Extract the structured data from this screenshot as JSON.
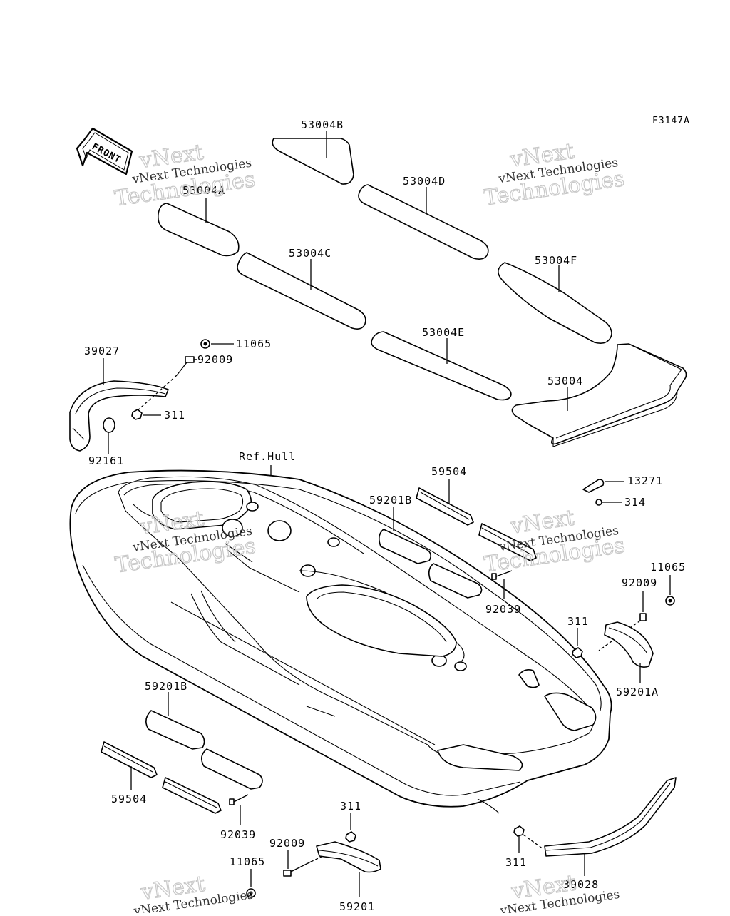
{
  "figure_code": "F3147A",
  "front_label": "FRONT",
  "ref_hull_label": "Ref.Hull",
  "watermark": {
    "line1": "vNext Technologies",
    "line2a": "vNext",
    "line2b": "Technologies"
  },
  "labels": {
    "p53004B": "53004B",
    "p53004D": "53004D",
    "p53004A": "53004A",
    "p53004C": "53004C",
    "p53004F": "53004F",
    "p53004E": "53004E",
    "p53004": "53004",
    "p39027": "39027",
    "p11065_top": "11065",
    "p92009_top": "92009",
    "p311_top": "311",
    "p92161": "92161",
    "p59504_right": "59504",
    "p59201B_right": "59201B",
    "p13271": "13271",
    "p314": "314",
    "p11065_right": "11065",
    "p92009_right": "92009",
    "p92039_right": "92039",
    "p311_right": "311",
    "p59201A": "59201A",
    "p59201B_left": "59201B",
    "p59504_left": "59504",
    "p92039_left": "92039",
    "p311_bottom": "311",
    "p92009_bottom": "92009",
    "p11065_bottom": "11065",
    "p59201": "59201",
    "p311_br": "311",
    "p39028": "39028"
  }
}
